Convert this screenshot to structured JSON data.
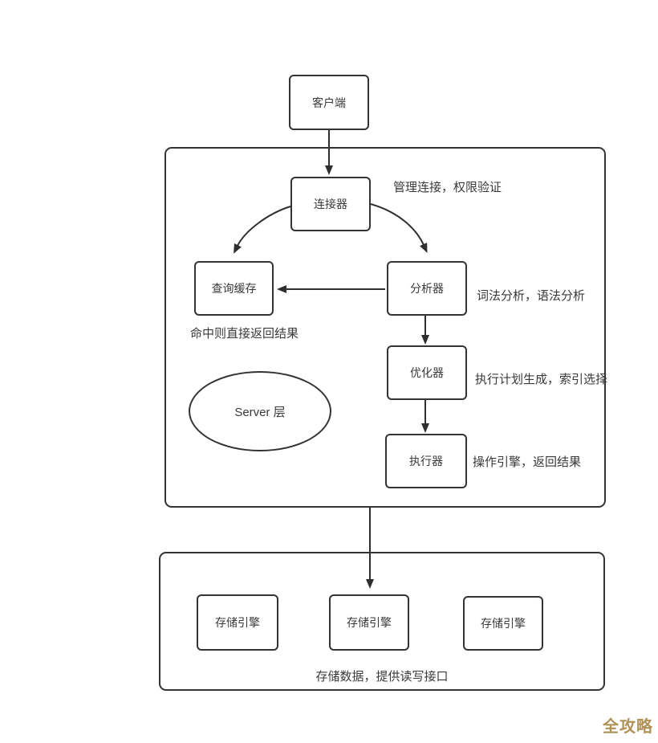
{
  "diagram": {
    "nodes": {
      "client": "客户端",
      "connector": "连接器",
      "query_cache": "查询缓存",
      "analyzer": "分析器",
      "optimizer": "优化器",
      "executor": "执行器",
      "server_layer": "Server 层",
      "storage_engine_1": "存储引擎",
      "storage_engine_2": "存储引擎",
      "storage_engine_3": "存储引擎"
    },
    "annotations": {
      "connector": "管理连接，权限验证",
      "query_cache": "命中则直接返回结果",
      "analyzer": "词法分析，语法分析",
      "optimizer": "执行计划生成，索引选择",
      "executor": "操作引擎，返回结果",
      "storage": "存储数据，提供读写接口"
    },
    "watermark": "全攻略",
    "colors": {
      "line": "#333333",
      "text": "#3a3a3a",
      "watermark": "#b09158",
      "background": "#ffffff"
    }
  }
}
